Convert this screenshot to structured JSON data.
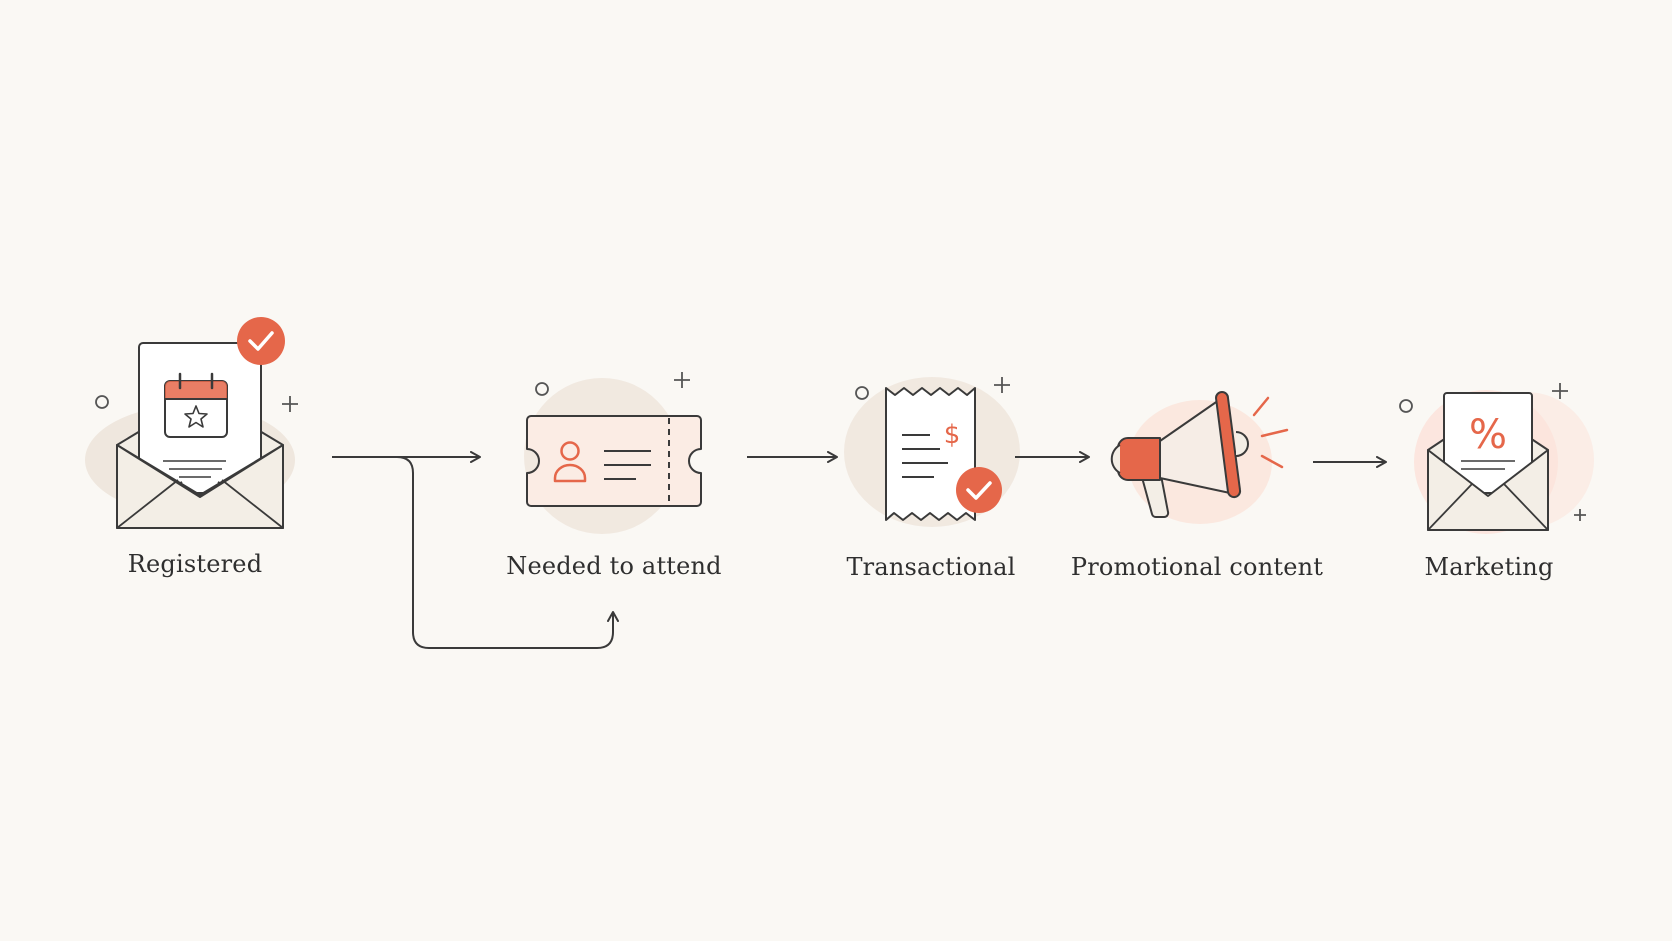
{
  "colors": {
    "background": "#faf8f4",
    "accent": "#e5674a",
    "accent_soft": "#f6d7cc",
    "blob": "#efe7de",
    "stroke": "#3a3a3a",
    "paper": "#f3eee6"
  },
  "steps": [
    {
      "label": "Registered",
      "icon": "envelope-calendar-icon"
    },
    {
      "label": "Needed to attend",
      "icon": "ticket-icon"
    },
    {
      "label": "Transactional",
      "icon": "receipt-icon"
    },
    {
      "label": "Promotional content",
      "icon": "megaphone-icon"
    },
    {
      "label": "Marketing",
      "icon": "envelope-percent-icon"
    }
  ]
}
